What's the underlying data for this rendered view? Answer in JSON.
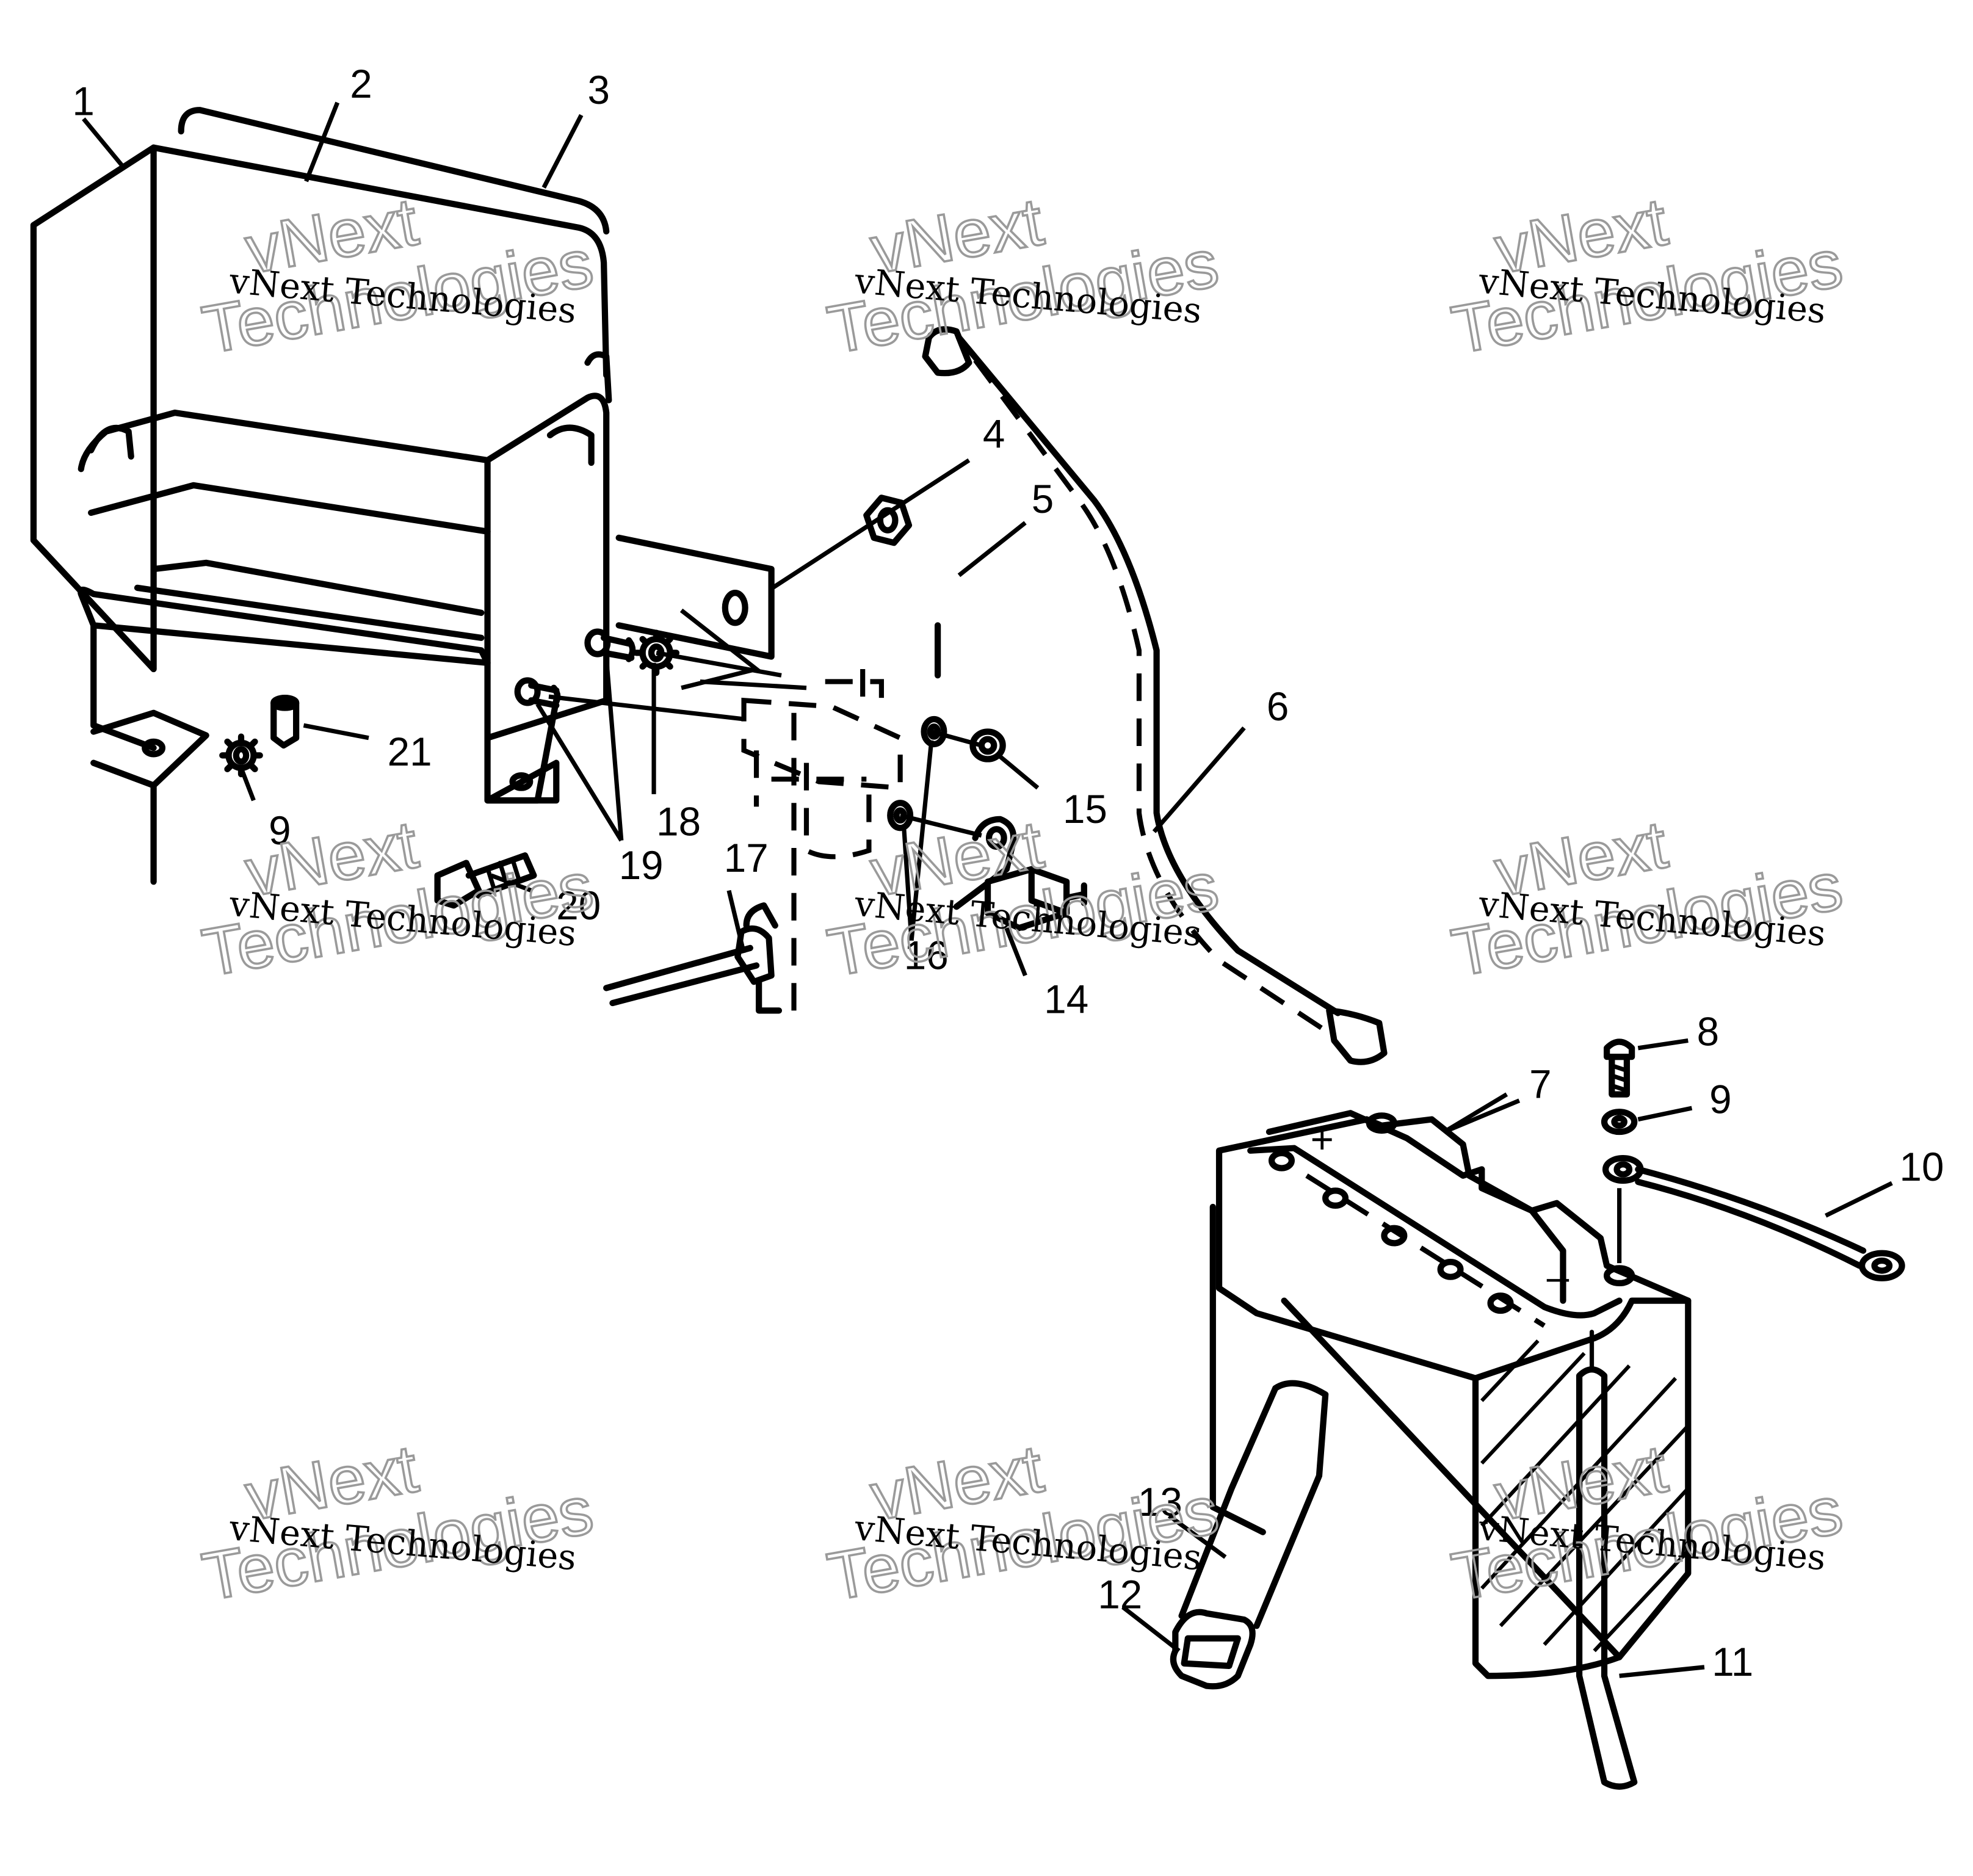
{
  "diagram": {
    "callouts": [
      "1",
      "2",
      "3",
      "4",
      "5",
      "6",
      "7",
      "8",
      "9",
      "9",
      "10",
      "11",
      "12",
      "13",
      "14",
      "15",
      "16",
      "17",
      "18",
      "19",
      "20",
      "21"
    ],
    "battery_terminal_plus": "+",
    "battery_terminal_minus": "–"
  },
  "watermark": {
    "line1": "vNext Technologies",
    "line2_a": "vNext",
    "line2_b": "Technologies"
  }
}
